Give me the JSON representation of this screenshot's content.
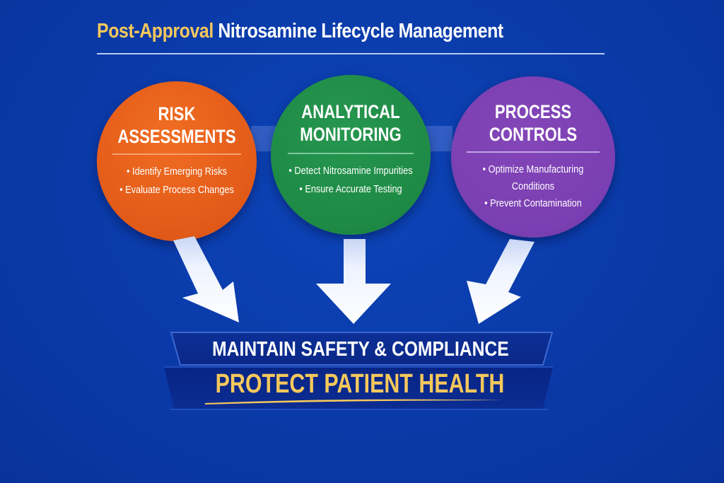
{
  "header": {
    "title_accent": "Post-Approval",
    "title_rest": " Nitrosamine Lifecycle Management"
  },
  "pillars": [
    {
      "title_line1": "RISK",
      "title_line2": "ASSESSMENTS",
      "color": "#E8601C",
      "bullets": [
        "• Identify Emerging Risks",
        "• Evaluate Process Changes"
      ]
    },
    {
      "title_line1": "ANALYTICAL",
      "title_line2": "MONITORING",
      "color": "#1F8A46",
      "bullets": [
        "• Detect Nitrosamine Impurities",
        "• Ensure Accurate Testing"
      ]
    },
    {
      "title_line1": "PROCESS",
      "title_line2": "CONTROLS",
      "color": "#7A3FB2",
      "bullets": [
        "• Optimize Manufacturing",
        "Conditions",
        "• Prevent Contamination"
      ]
    }
  ],
  "outcome": {
    "line1": "MAINTAIN SAFETY & COMPLIANCE",
    "line2": "PROTECT PATIENT HEALTH"
  },
  "colors": {
    "background": "#0A3AA8",
    "title_accent": "#F6C85C",
    "banner_dark": "#0B2A8C",
    "gold": "#F6C85C"
  }
}
